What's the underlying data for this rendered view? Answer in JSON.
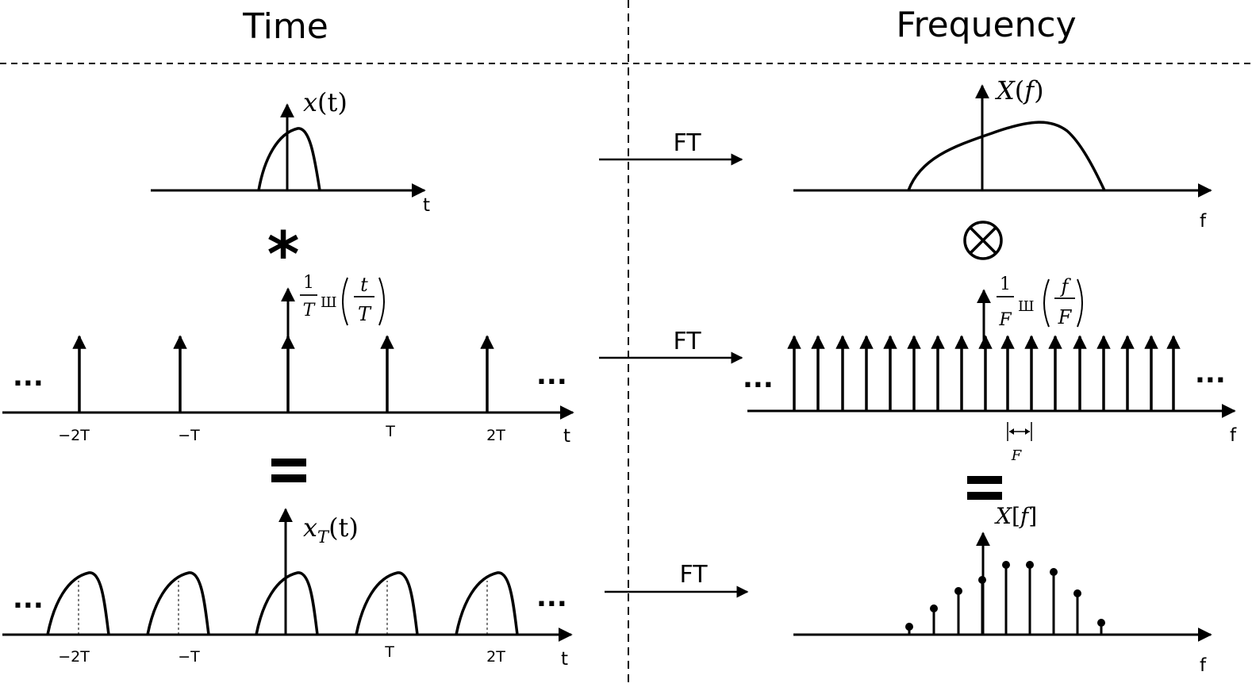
{
  "headers": {
    "time": "Time",
    "frequency": "Frequency"
  },
  "ft_label": "FT",
  "ellipsis": "...",
  "operators": {
    "convolution": "*",
    "multiplication": "⊗",
    "equals": "="
  },
  "axis_labels": {
    "t": "t",
    "f": "f"
  },
  "time_ticks": [
    "−2T",
    "−T",
    "T",
    "2T"
  ],
  "spacing_label": "F",
  "signals": {
    "x_t": {
      "base": "x",
      "arg": "(t)"
    },
    "comb_time": {
      "coef_num": "1",
      "coef_den": "T",
      "sha": "Ш",
      "num": "t",
      "den": "T"
    },
    "x_T_t": {
      "base": "x",
      "sub": "T",
      "arg": "(t)"
    },
    "X_f": {
      "base": "X",
      "open": "(",
      "arg": "f",
      "close": ")"
    },
    "comb_freq": {
      "coef_num": "1",
      "coef_den": "F",
      "sha": "Ш",
      "num": "f",
      "den": "F"
    },
    "X_bracket_f": {
      "base": "X",
      "open": "[",
      "arg": "f",
      "close": "]"
    }
  }
}
